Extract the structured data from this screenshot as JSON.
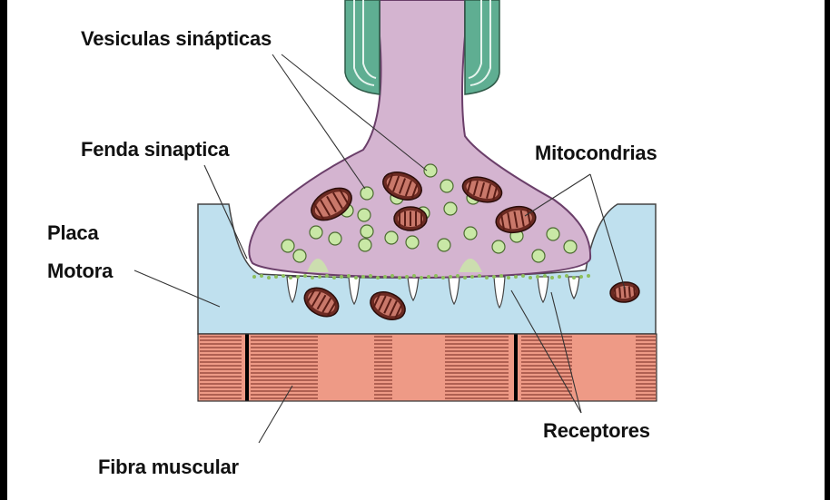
{
  "labels": {
    "vesicles": "Vesiculas sinápticas",
    "cleft": "Fenda sinaptica",
    "mitochondria": "Mitocondrias",
    "plate_line1": "Placa",
    "plate_line2": "Motora",
    "receptors": "Receptores",
    "muscle_fiber": "Fibra muscular"
  },
  "colors": {
    "background_frame": "#000000",
    "panel": "#ffffff",
    "terminal": "#d4b4d0",
    "terminal_outline": "#6b3f6a",
    "myelin": "#5fae92",
    "motor_plate": "#bfe0ee",
    "vesicle": "#c9e8a6",
    "mitochondria": "#6b2a22",
    "muscle_light": "#ee9a86",
    "muscle_dark": "#a85a4c",
    "label_text": "#111111"
  }
}
